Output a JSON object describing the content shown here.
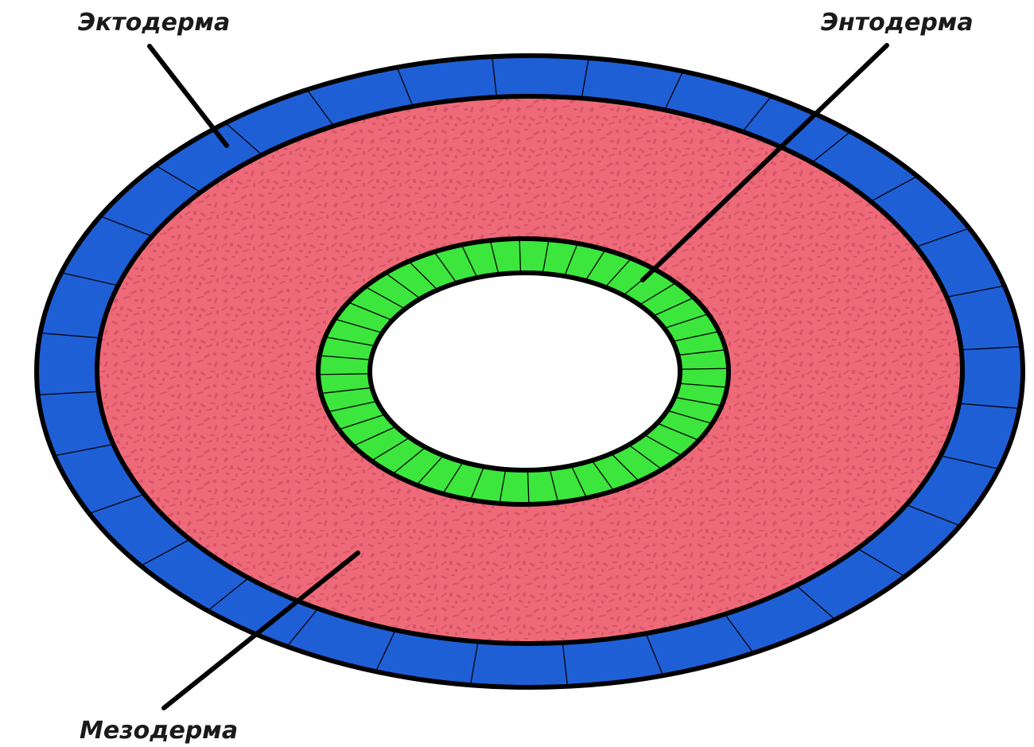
{
  "labels": {
    "ectoderm": "Эктодерма",
    "endoderm": "Энтодерма",
    "mesoderm": "Мезодерма"
  },
  "layers": {
    "ectoderm": {
      "color": "#1f5fd6"
    },
    "mesoderm": {
      "color": "#ee6a78",
      "texture_color": "#d9566a"
    },
    "endoderm": {
      "color": "#3ce63c"
    },
    "cavity": {
      "color": "#ffffff"
    }
  },
  "outline_color": "#000000"
}
